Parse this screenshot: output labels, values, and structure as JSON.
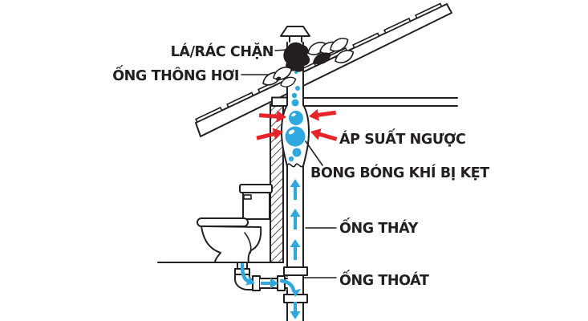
{
  "diagram": {
    "labels": {
      "leaf_debris": "LÁ/RÁC CHẶN",
      "vent_pipe": "ỐNG THÔNG HƠI",
      "back_pressure": "ÁP SUẤT NGƯỢC",
      "trapped_bubbles": "BONG BÓNG KHÍ BỊ KẸT",
      "waste_pipe": "ỐNG THÁY",
      "drain_pipe": "ỐNG THOÁT"
    },
    "colors": {
      "line": "#231F20",
      "water_blue": "#2FA8DF",
      "pressure_red": "#E62429",
      "background": "#FFFFFF"
    }
  }
}
